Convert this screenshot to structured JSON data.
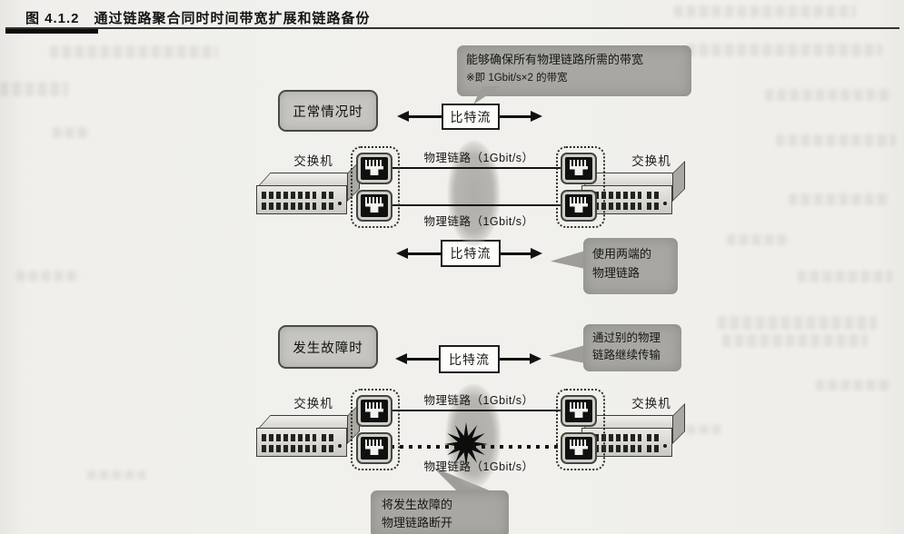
{
  "page": {
    "figure_label": "图 4.1.2",
    "figure_title": "通过链路聚合同时时间带宽扩展和链路备份"
  },
  "normal_scenario": {
    "state_label": "正常情况时",
    "bandwidth_callout_line1": "能够确保所有物理链路所需的带宽",
    "bandwidth_callout_line2": "※即 1Gbit/s×2 的带宽",
    "bitstream_top_label": "比特流",
    "bitstream_bottom_label": "比特流",
    "left_switch_label": "交换机",
    "right_switch_label": "交换机",
    "link_top_label": "物理链路（1Gbit/s）",
    "link_bottom_label": "物理链路（1Gbit/s）",
    "endpoints_callout_line1": "使用两端的",
    "endpoints_callout_line2": "物理链路"
  },
  "failure_scenario": {
    "state_label": "发生故障时",
    "bitstream_label": "比特流",
    "reroute_callout_line1": "通过别的物理",
    "reroute_callout_line2": "链路继续传输",
    "left_switch_label": "交换机",
    "right_switch_label": "交换机",
    "link_top_label": "物理链路（1Gbit/s）",
    "link_bottom_label": "物理链路（1Gbit/s）",
    "disconnect_callout_line1": "将发生故障的",
    "disconnect_callout_line2": "物理链路断开"
  },
  "icons": {
    "port_icon": "rj45-port",
    "failure_icon": "starburst",
    "flow_icon": "bidirectional-arrows"
  },
  "colors": {
    "callout_gray": "#a8a7a2",
    "state_box_gray": "#c6c5c0",
    "ellipse_gray": "#b2b1ac",
    "paper": "#f0efeb",
    "ink": "#1c1c1c"
  }
}
